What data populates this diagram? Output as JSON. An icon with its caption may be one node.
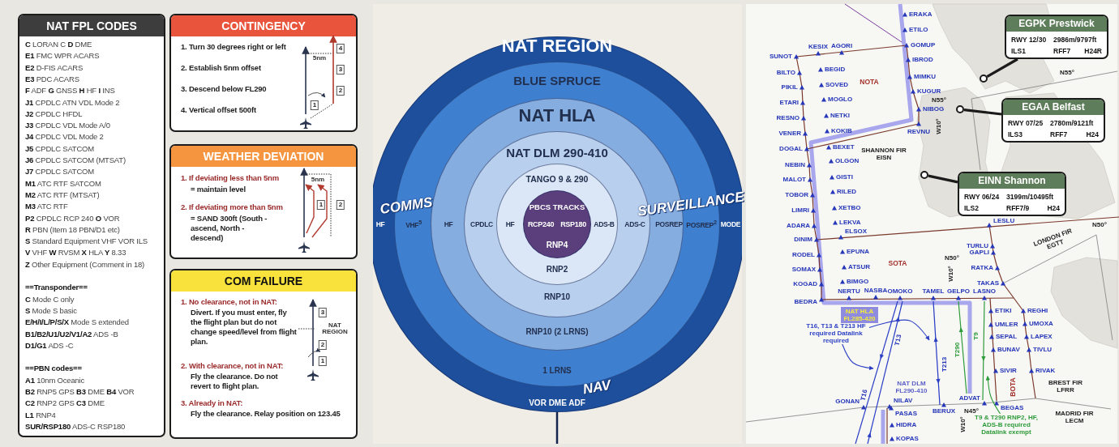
{
  "diagram": {
    "nodes": [
      {
        "text": [
          "NAT FPL CODES",
          "**C** LORAN C **D** DME",
          "**E1** FMC WPR ACARS",
          "**E2** D-FIS ACARS",
          "**E3** PDC ACARS",
          "**F** ADF **G** GNSS **H** HF **I** INS",
          "**J1** CPDLC ATN VDL Mode 2",
          "**J2** CPDLC HFDL",
          "**J3** CPDLC VDL Mode A/0",
          "**J4** CPDLC VDL Mode 2",
          "**J5** CPDLC SATCOM",
          "**J6** CPDLC SATCOM (MTSAT)",
          "**J7** CPDLC SATCOM",
          "**M1** ATC RTF SATCOM",
          "**M2** ATC RTF (MTSAT)",
          "**M3** ATC RTF",
          "**P2** CPDLC RCP 240 **O** VOR",
          "**R** PBN (Item 18 PBN/D1 etc)",
          "**S** Standard Equipment VHF VOR ILS",
          "**V** VHF **W** RVSM **X** HLA **Y** 8.33",
          "**Z** Other Equipment (Comment in 18)",
          "==Transponder==",
          "**C** Mode C only",
          "**S** Mode S basic",
          "**E/H/I/L/P/S/X** Mode S extended",
          "**B1/B2/U1/U2/V1/A2** ADS -B",
          "**D1/G1** ADS -C",
          "==PBN codes==",
          "**A1** 10nm Oceanic",
          "**B2** RNP5 GPS **B3** DME **B4** VOR",
          "**C2** RNP2 GPS **C3** DME",
          "**L1** RNP4",
          "**SUR/RSP180** ADS-C RSP180"
        ]
      },
      {
        "text": [
          "CONTINGENCY",
          "1. Turn 30 degrees right or left",
          "2. Establish 5nm offset",
          "3. Descend below FL290",
          "4. Vertical offset 500ft"
        ]
      },
      {
        "text": [
          "WEATHER DEVIATION",
          "1. If deviating less than 5nm",
          "= maintain level",
          "2. If deviating more than 5nm",
          "= SAND 300ft (South - ascend, North - descend)"
        ]
      },
      {
        "text": [
          "COM FAILURE",
          "1. No clearance, not in NAT:",
          "Divert. If you must enter, fly the flight plan but do not change speed/level from flight plan.",
          "2. With clearance, not in NAT:",
          "Fly the clearance. Do not revert to flight plan.",
          "3. Already in NAT:",
          "Fly the clearance. Relay position on 123.45"
        ]
      },
      {
        "text": [
          "NAT REGION",
          "HF",
          "MODE",
          "VOR DME ADF"
        ]
      },
      {
        "text": [
          "BLUE SPRUCE",
          "VHF$^{5}$",
          "POSREP$^{2}$",
          "1 LRNS"
        ],
        "in": 4
      },
      {
        "text": [
          "NAT HLA",
          "HF",
          "POSREP",
          "RNP10 (2 LRNS)"
        ],
        "in": 5
      },
      {
        "text": [
          "NAT DLM 290-410",
          "CPDLC",
          "ADS-C",
          "RNP10"
        ],
        "in": 6
      },
      {
        "text": [
          "TANGO 9 & 290",
          "HF",
          "ADS-B",
          "RNP2"
        ],
        "in": 7
      },
      {
        "text": [
          "PBCS TRACKS",
          "RCP240",
          "RSP180",
          "RNP4"
        ],
        "in": 8
      },
      {
        "text": [
          "EGPK Prestwick",
          "RWY 12/30",
          "2986m/9797ft",
          "ILS1",
          "RFF7",
          "H24R"
        ]
      },
      {
        "text": [],
        "shape": "circle"
      },
      {
        "text": [
          "EGAA Belfast",
          "RWY 07/25",
          "2780m/9121ft",
          "ILS3",
          "RFF7",
          "H24"
        ]
      },
      {
        "text": [],
        "shape": "circle"
      },
      {
        "text": [
          "EINN Shannon",
          "RWY 06/24",
          "3199m/10495ft",
          "ILS2",
          "RFF7/9",
          "H24"
        ]
      },
      {
        "text": [],
        "shape": "circle"
      },
      {
        "text": [
          "T16, T13 & T213 HF required Datalink required"
        ]
      },
      {
        "text": [
          "T9 & T290 RNP2, HF, ADS-B required Datalink exempt"
        ]
      },
      {
        "text": [],
        "shape": "line"
      }
    ],
    "edges": [
      {
        "from": 10,
        "to": 11,
        "arrow": "none",
        "style": "thick"
      },
      {
        "from": 12,
        "to": 13,
        "arrow": "none",
        "style": "thick"
      },
      {
        "from": 14,
        "to": 15,
        "arrow": "none",
        "style": "thick"
      },
      {
        "from": 16,
        "to": null,
        "arrow": "to",
        "color": "#2b3fc4"
      },
      {
        "from": 16,
        "to": null,
        "arrow": "to",
        "color": "#2b3fc4"
      },
      {
        "from": 17,
        "to": 18,
        "arrow": "to",
        "color": "#2e9b3a"
      }
    ],
    "labels": [
      "4",
      "5nm",
      "3",
      "2",
      "1",
      "5nm",
      "1",
      "2",
      "3",
      "NAT REGION",
      "2",
      "1",
      "COMMS",
      "SURVEILLANCE",
      "NAV",
      "ERAKA",
      "ETILO",
      "KESIX",
      "AGORI",
      "GOMUP",
      "SUNOT",
      "IBROD",
      "BILTO",
      "BEGID",
      "N55°",
      "MIMKU",
      "NOTA",
      "PIKIL",
      "SOVED",
      "KUGUR",
      "ETARI",
      "MOGLO",
      "N55°",
      "NIBOG",
      "RESNO",
      "NETKI",
      "W10°",
      "VENER",
      "KOKIB",
      "REVNU",
      "DOGAL",
      "BEXET",
      "SHANNON FIR EISN",
      "NEBIN",
      "OLGON",
      "MALOT",
      "GISTI",
      "TOBOR",
      "RILED",
      "LIMRI",
      "XETBO",
      "ADARA",
      "LEKVA",
      "LESLU",
      "N50°",
      "ELSOX",
      "DINIM",
      "TURLU",
      "RODEL",
      "EPUNA",
      "GAPLI",
      "LONDON FIR EGTT",
      "N50°",
      "SOTA",
      "SOMAX",
      "ATSUR",
      "RATKA",
      "W10°",
      "KOGAD",
      "BIMGO",
      "TAKAS",
      "NERTU",
      "NASBA",
      "OMOKO",
      "TAMEL",
      "GELPO",
      "LASNO",
      "BEDRA",
      "NAT HLA FL285-420",
      "ETIKI",
      "REGHI",
      "UMLER",
      "UMOXA",
      "T13",
      "T9",
      "SEPAL",
      "LAPEX",
      "T290",
      "BUNAV",
      "TIVLU",
      "T213",
      "SIVIR",
      "RIVAK",
      "T16",
      "NAT DLM FL290-410",
      "BOTA",
      "BREST FIR LFRR",
      "GONAN",
      "NILAV",
      "ADVAT",
      "PASAS",
      "BERUX",
      "N45°",
      "BEGAS",
      "MADRID FIR LECM",
      "HIDRA",
      "W10°",
      "KOPAS"
    ]
  }
}
